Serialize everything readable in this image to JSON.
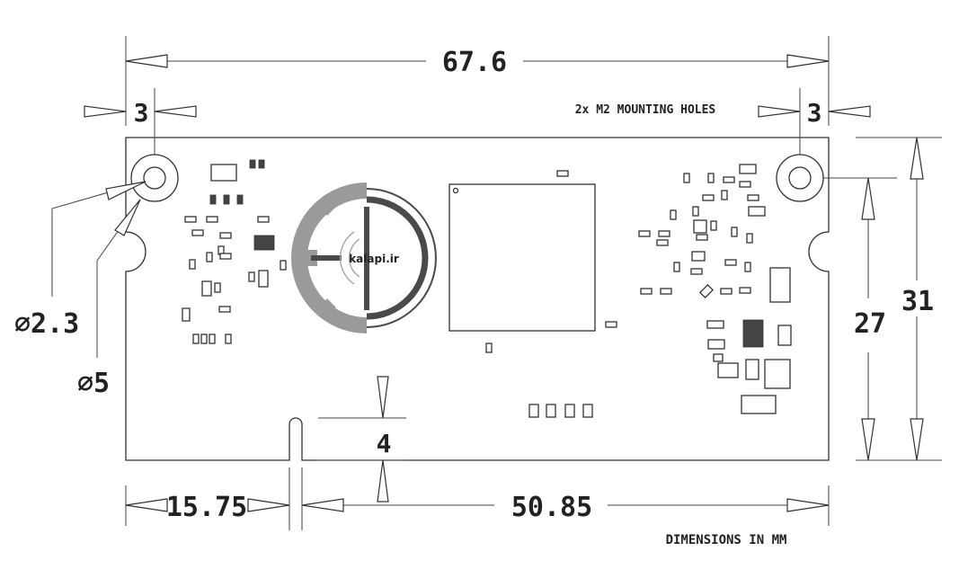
{
  "dimensions": {
    "overall_width": "67.6",
    "left_hole_offset": "3",
    "right_hole_offset": "3",
    "hole_small_diameter": "∅2.3",
    "hole_large_diameter": "∅5",
    "hole_to_bottom": "27",
    "overall_height": "31",
    "slot_depth": "4",
    "slot_from_left": "15.75",
    "slot_to_right": "50.85"
  },
  "notes": {
    "mounting_holes": "2x M2 MOUNTING HOLES",
    "units": "DIMENSIONS IN MM"
  },
  "watermark": {
    "text": "kalapi.ir"
  },
  "colors": {
    "line": "#333333",
    "watermark_gray": "#9a9a9a",
    "watermark_dark": "#4a4a4a"
  }
}
